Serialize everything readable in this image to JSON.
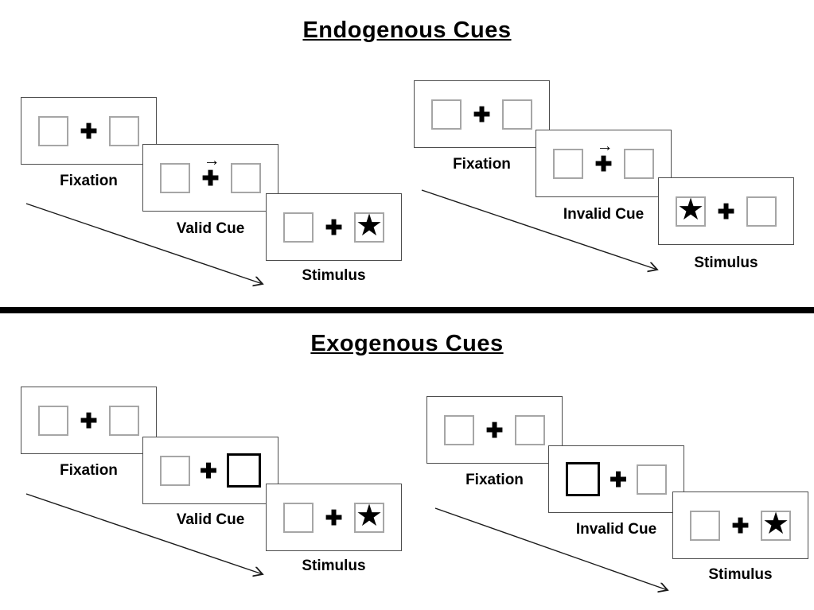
{
  "titles": {
    "endogenous": "Endogenous Cues",
    "exogenous": "Exogenous Cues"
  },
  "glyphs": {
    "plus": "✚",
    "star": "★",
    "cue_arrow": "→"
  },
  "colors": {
    "ink": "#000000",
    "panel_border": "#4d4d4d",
    "square_border": "#a6a6a6",
    "background": "#ffffff"
  },
  "groups": [
    {
      "condition": "endogenous-valid",
      "steps": [
        {
          "label": "Fixation",
          "left_box": "empty",
          "right_box": "empty",
          "cue": "none"
        },
        {
          "label": "Valid Cue",
          "left_box": "empty",
          "right_box": "empty",
          "cue": "arrow-right-above-cross"
        },
        {
          "label": "Stimulus",
          "left_box": "empty",
          "right_box": "star",
          "cue": "none"
        }
      ]
    },
    {
      "condition": "endogenous-invalid",
      "steps": [
        {
          "label": "Fixation",
          "left_box": "empty",
          "right_box": "empty",
          "cue": "none"
        },
        {
          "label": "Invalid Cue",
          "left_box": "empty",
          "right_box": "empty",
          "cue": "arrow-right-above-cross"
        },
        {
          "label": "Stimulus",
          "left_box": "star",
          "right_box": "empty",
          "cue": "none"
        }
      ]
    },
    {
      "condition": "exogenous-valid",
      "steps": [
        {
          "label": "Fixation",
          "left_box": "empty",
          "right_box": "empty",
          "cue": "none"
        },
        {
          "label": "Valid Cue",
          "left_box": "empty",
          "right_box": "thick-outline",
          "cue": "thick-right-box"
        },
        {
          "label": "Stimulus",
          "left_box": "empty",
          "right_box": "star",
          "cue": "none"
        }
      ]
    },
    {
      "condition": "exogenous-invalid",
      "steps": [
        {
          "label": "Fixation",
          "left_box": "empty",
          "right_box": "empty",
          "cue": "none"
        },
        {
          "label": "Invalid Cue",
          "left_box": "thick-outline",
          "right_box": "empty",
          "cue": "thick-left-box"
        },
        {
          "label": "Stimulus",
          "left_box": "empty",
          "right_box": "star",
          "cue": "none"
        }
      ]
    }
  ]
}
